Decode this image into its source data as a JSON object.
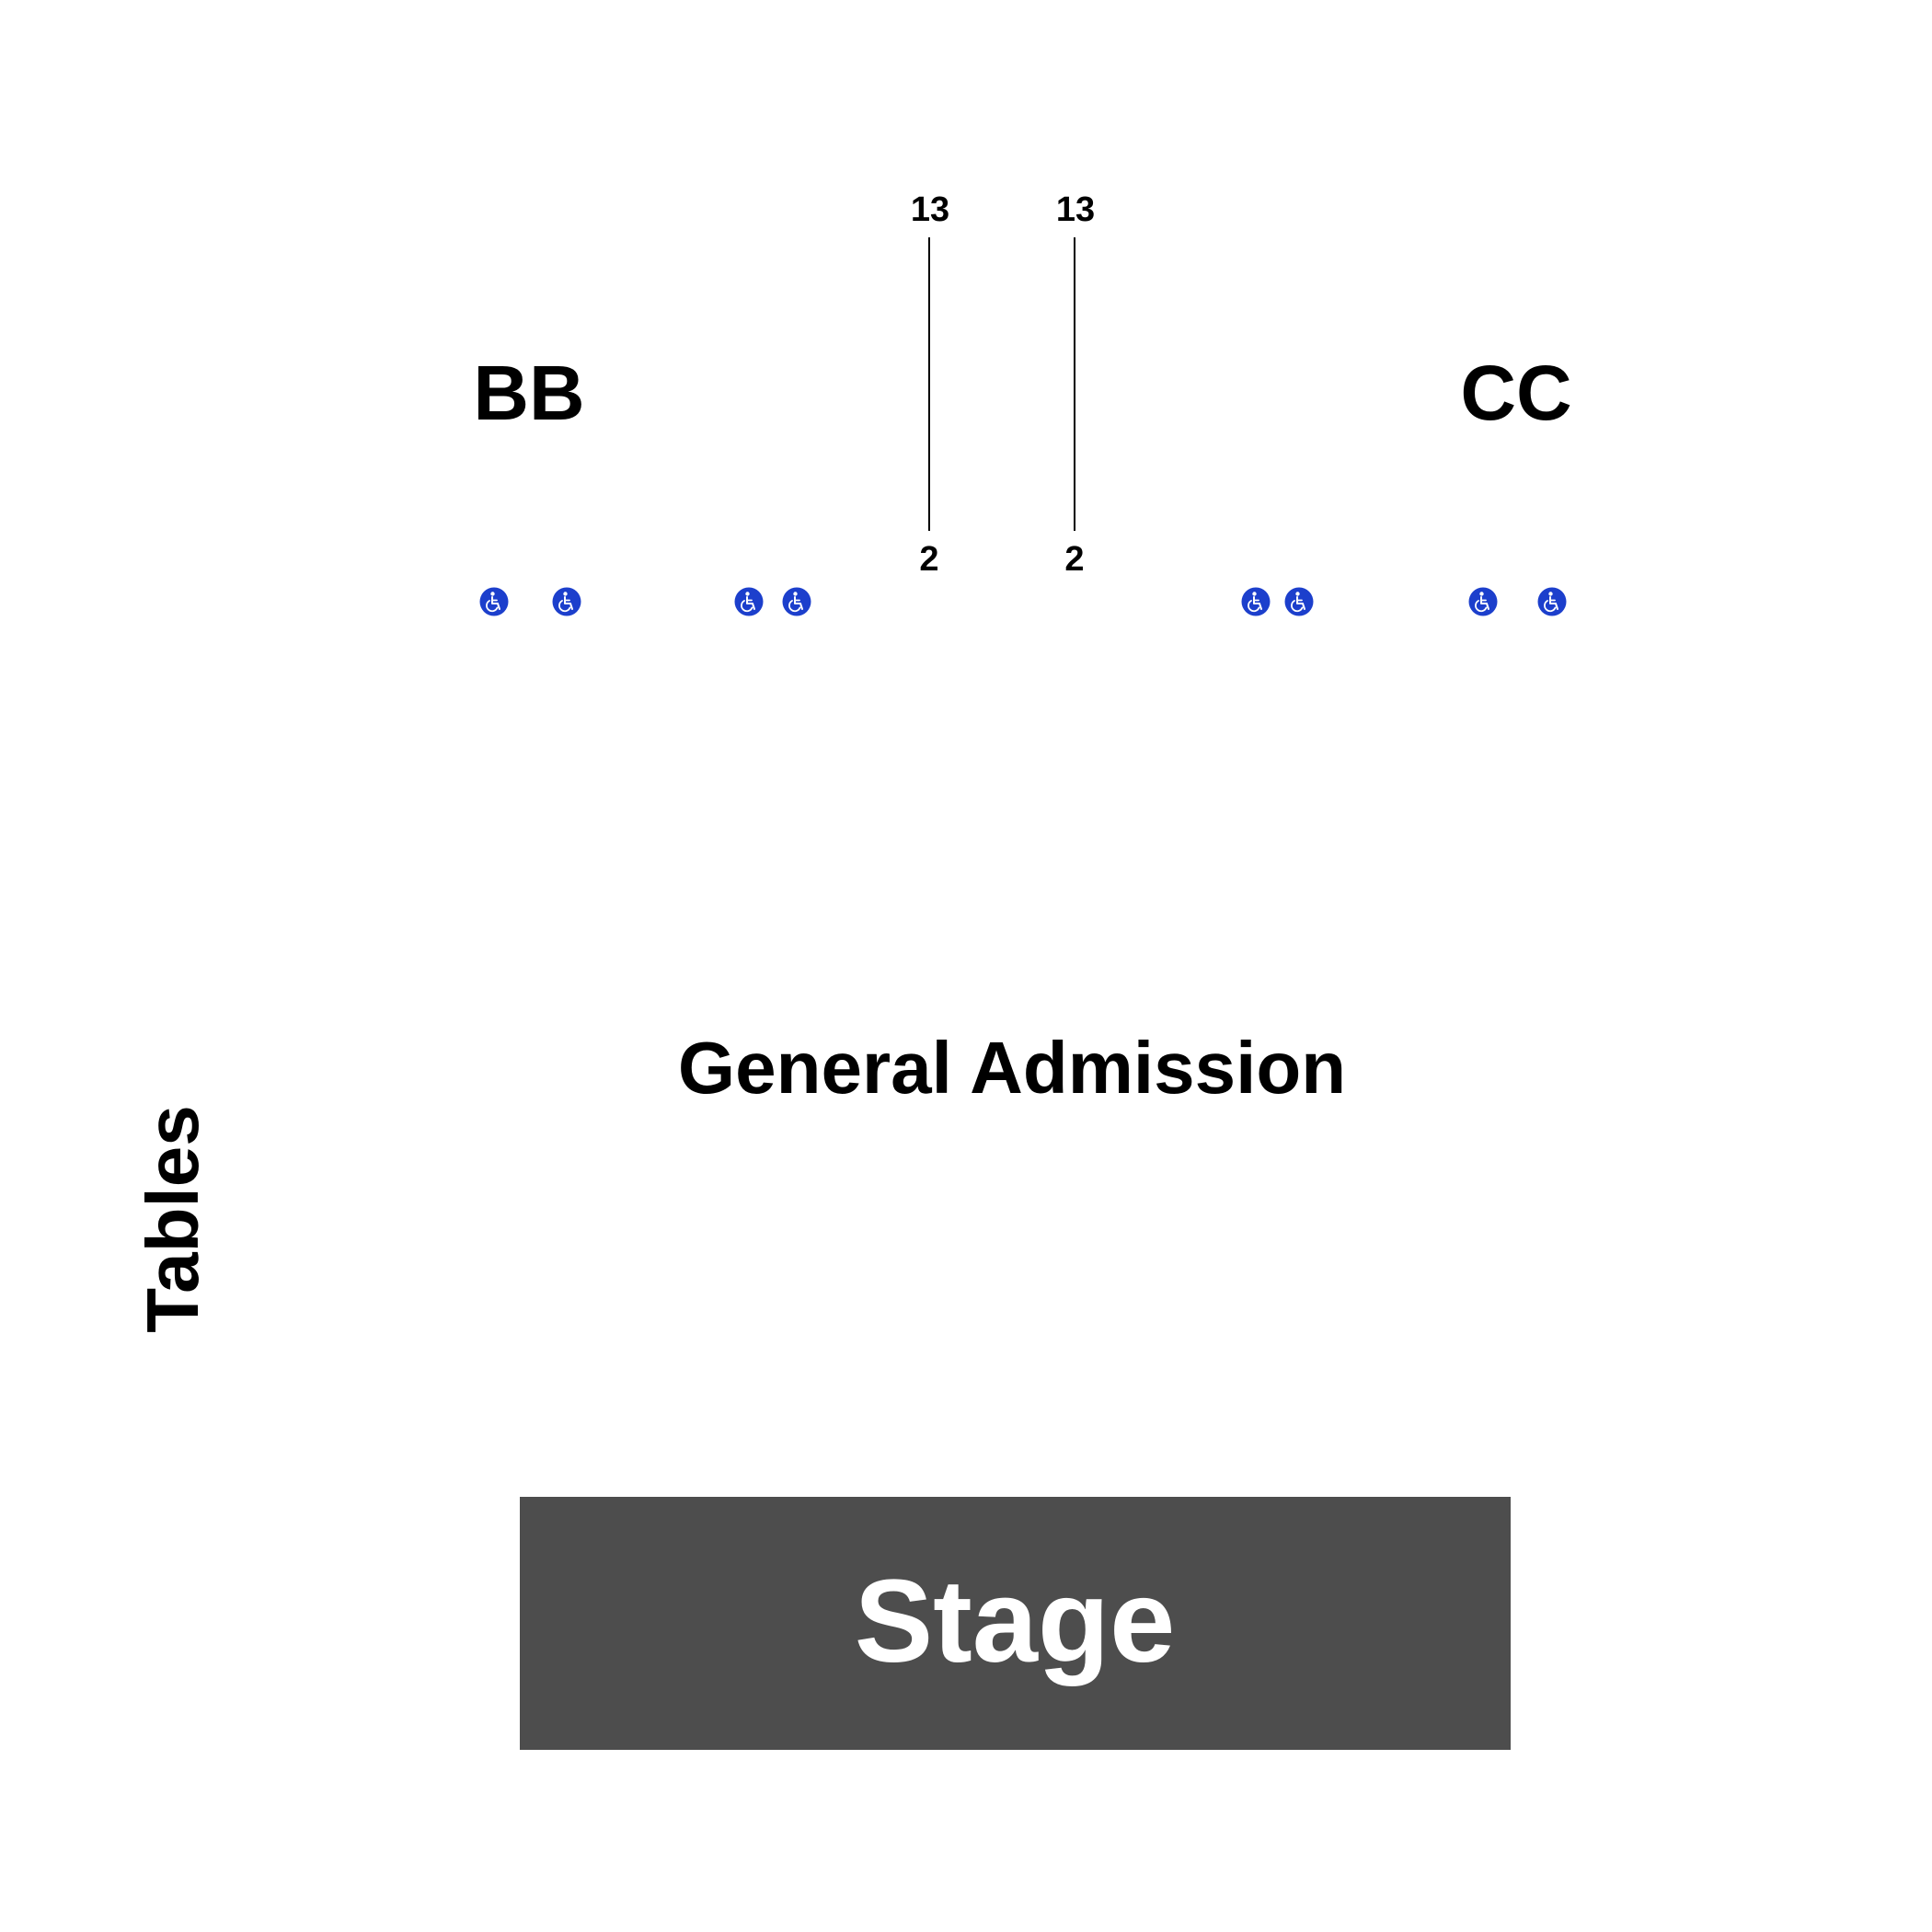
{
  "colors": {
    "background": "#ffffff",
    "text": "#000000",
    "stage_fill": "#4d4d4d",
    "stage_text": "#ffffff",
    "accessible_icon": "#1c3fcc"
  },
  "sections": {
    "bb": {
      "label": "BB"
    },
    "cc": {
      "label": "CC"
    },
    "general_admission": {
      "label": "General Admission"
    },
    "tables": {
      "label": "Tables"
    }
  },
  "rows": {
    "left_aisle": {
      "top": "13",
      "bottom": "2"
    },
    "right_aisle": {
      "top": "13",
      "bottom": "2"
    }
  },
  "stage": {
    "label": "Stage"
  },
  "accessible_seats": {
    "icon": "wheelchair-icon",
    "count": 8
  }
}
